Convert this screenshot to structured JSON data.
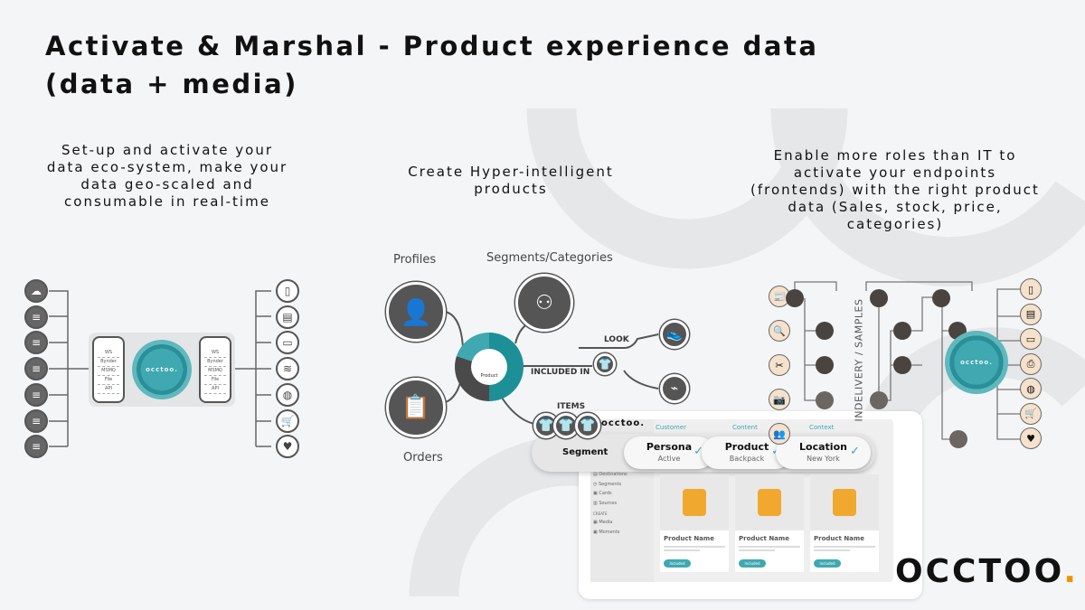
{
  "title_lines": [
    "Activate & Marshal - Product experience data",
    "(data + media)"
  ],
  "columns": [
    {
      "lines": [
        "Set-up and activate your",
        "data eco-system, make your",
        "data geo-scaled and",
        "consumable in real-time"
      ]
    },
    {
      "lines": [
        "Create Hyper-intelligent",
        "products"
      ]
    },
    {
      "lines": [
        "Enable more roles than IT to",
        "activate your endpoints",
        "(frontends) with the right product",
        "data (Sales, stock, price,",
        "categories)"
      ]
    }
  ],
  "ecosystem": {
    "source_icons": [
      "cloud-icon",
      "database-icon",
      "database-icon",
      "database-icon",
      "database-icon",
      "database-icon",
      "database-icon"
    ],
    "endpoint_icons": [
      "mobile-icon",
      "cash-register-icon",
      "card-icon",
      "layers-icon",
      "globe-icon",
      "cart-icon",
      "bag-icon"
    ],
    "connectors": [
      "WS",
      "Bynder",
      "MSMQ",
      "File",
      "API"
    ],
    "hub_logo": "occtoo."
  },
  "product_graph": {
    "profiles": "Profiles",
    "orders": "Orders",
    "segments": "Segments/Categories",
    "look": "LOOK",
    "included_in": "INCLUDED IN",
    "items": "ITEMS",
    "product": "Product",
    "segment": "Segment"
  },
  "app": {
    "logo": "occtoo.",
    "filters": [
      {
        "group": "Customer",
        "label": "Persona",
        "value": "Active"
      },
      {
        "group": "Content",
        "label": "Product",
        "value": "Backpack"
      },
      {
        "group": "Context",
        "label": "Location",
        "value": "New York"
      }
    ],
    "sidebar": [
      "Destinations",
      "Segments",
      "Cards",
      "Sources"
    ],
    "sidebar_section": "CREATE",
    "sidebar2": [
      "Media",
      "Moments"
    ],
    "products": [
      {
        "name": "Product Name",
        "status": "Included"
      },
      {
        "name": "Product Name",
        "status": "Included"
      },
      {
        "name": "Product Name",
        "status": "Included"
      }
    ]
  },
  "roles": {
    "vertical_label": "INDELIVERY / SAMPLES",
    "hub_logo": "occtoo."
  },
  "brand": {
    "logo": "OCCTOO",
    "dot": ".",
    "accent": "#f29100",
    "teal": "#3fa8b0"
  }
}
